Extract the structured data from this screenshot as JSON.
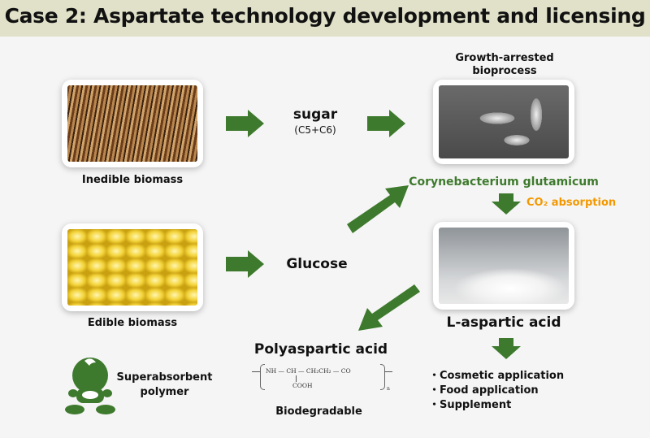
{
  "title": "Case 2: Aspartate technology development and licensing",
  "inedible_label": "Inedible biomass",
  "edible_label": "Edible biomass",
  "sugar": "sugar",
  "sugar_sub": "(C5+C6)",
  "glucose": "Glucose",
  "bioprocess_line1": "Growth-arrested",
  "bioprocess_line2": "bioprocess",
  "organism": "Corynebacterium glutamicum",
  "co2": "CO₂ absorption",
  "aspartic": "L-aspartic acid",
  "applications": [
    "・Cosmetic application",
    "・Food application",
    "・Supplement"
  ],
  "polyaspartic": "Polyaspartic acid",
  "formula": {
    "main": "NH — CH — CH₂CH₂ — CO",
    "side": "COOH",
    "n": "n"
  },
  "biodegradable": "Biodegradable",
  "sap_line1": "Superabsorbent",
  "sap_line2": "polymer",
  "colors": {
    "green": "#3e7a2d",
    "orange": "#f39800",
    "header": "#e1e1c9"
  }
}
